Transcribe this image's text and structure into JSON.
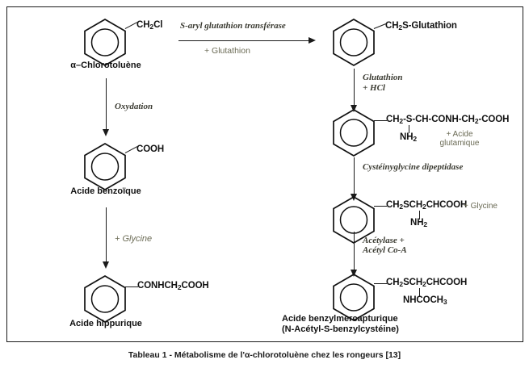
{
  "document": {
    "caption": "Tableau 1 - Métabolisme de l'α-chlorotoluène chez les rongeurs [13]"
  },
  "colors": {
    "ink": "#111111",
    "enzyme_text": "#3b3b32",
    "cofactor_text": "#6b6b55",
    "frame": "#1a1a1a",
    "background": "#ffffff"
  },
  "chart_data": {
    "type": "diagram",
    "title": "Métabolisme de l'α-chlorotoluène chez les rongeurs",
    "subtype": "metabolic-pathway",
    "nodes": [
      {
        "id": "n1",
        "name": "α–Chlorotoluène",
        "formula": "CH2Cl",
        "column": "left",
        "order": 1
      },
      {
        "id": "n2",
        "name": "Acide benzoïque",
        "formula": "COOH",
        "column": "left",
        "order": 2
      },
      {
        "id": "n3",
        "name": "Acide hippurique",
        "formula": "CONHCH2COOH",
        "column": "left",
        "order": 3
      },
      {
        "id": "n4",
        "name": "",
        "formula": "CH2S-Glutathion",
        "column": "right",
        "order": 1
      },
      {
        "id": "n5",
        "name": "",
        "formula": "CH2-S-CH-CONH-CH2-COOH",
        "branch": "NH2",
        "column": "right",
        "order": 2
      },
      {
        "id": "n6",
        "name": "",
        "formula": "CH2SCH2CHCOOH",
        "branch": "NH2",
        "column": "right",
        "order": 3
      },
      {
        "id": "n7",
        "name": "Acide benzylmercapturique",
        "name2": "(N-Acétyl-S-benzylcystéine)",
        "formula": "CH2SCH2CHCOOH",
        "branch": "NHCOCH3",
        "column": "right",
        "order": 4
      }
    ],
    "edges": [
      {
        "from": "n1",
        "to": "n4",
        "direction": "right",
        "enzyme": "S-aryl glutathion transférase",
        "cofactor": "+ Glutathion"
      },
      {
        "from": "n1",
        "to": "n2",
        "direction": "down",
        "enzyme": "Oxydation",
        "cofactor": ""
      },
      {
        "from": "n2",
        "to": "n3",
        "direction": "down",
        "enzyme": "",
        "cofactor": "+ Glycine"
      },
      {
        "from": "n4",
        "to": "n5",
        "direction": "down",
        "enzyme": "Glutathion\n+ HCl",
        "cofactor": ""
      },
      {
        "from": "n5",
        "to": "n6",
        "direction": "down",
        "enzyme": "Cystéinyglycine dipeptidase",
        "cofactor": ""
      },
      {
        "from": "n6",
        "to": "n7",
        "direction": "down",
        "enzyme": "Acétylase +\nAcétyl Co-A",
        "cofactor": ""
      }
    ],
    "byproducts": [
      {
        "attached_to": "n5",
        "label_line1": "+ Acide",
        "label_line2": "glutamique"
      },
      {
        "attached_to": "n6",
        "label": "+ Glycine"
      }
    ]
  },
  "left_column": {
    "node1": {
      "substituent": "CH",
      "substituent_sub": "2",
      "substituent_tail": "Cl",
      "label": "α–Chlorotoluène"
    },
    "arrow1": {
      "enzyme": "Oxydation"
    },
    "node2": {
      "substituent": "COOH",
      "label": "Acide benzoïque"
    },
    "arrow2": {
      "cofactor": "+ Glycine"
    },
    "node3": {
      "substituent_a": "CONHCH",
      "substituent_sub": "2",
      "substituent_b": "COOH",
      "label": "Acide hippurique"
    }
  },
  "top_arrow": {
    "enzyme": "S-aryl glutathion transférase",
    "cofactor": "+ Glutathion"
  },
  "right_column": {
    "node1": {
      "substituent_a": "CH",
      "substituent_sub": "2",
      "substituent_b": "S-Glutathion"
    },
    "arrow1": {
      "line1": "Glutathion",
      "line2": "+ HCl"
    },
    "node2": {
      "formula_p1": "CH",
      "formula_s1": "2",
      "formula_p2": "-S-CH-CONH-CH",
      "formula_s2": "2",
      "formula_p3": "-COOH",
      "branch": "NH",
      "branch_sub": "2",
      "byproduct_line1": "+ Acide",
      "byproduct_line2": "glutamique"
    },
    "arrow2": {
      "enzyme": "Cystéinyglycine dipeptidase"
    },
    "node3": {
      "formula_p1": "CH",
      "formula_s1": "2",
      "formula_p2": "SCH",
      "formula_s2": "2",
      "formula_p3": "CHCOOH",
      "branch": "NH",
      "branch_sub": "2",
      "byproduct": "+ Glycine"
    },
    "arrow3": {
      "line1": "Acétylase +",
      "line2": "Acétyl Co-A"
    },
    "node4": {
      "formula_p1": "CH",
      "formula_s1": "2",
      "formula_p2": "SCH",
      "formula_s2": "2",
      "formula_p3": "CHCOOH",
      "branch": "NHCOCH",
      "branch_sub": "3",
      "label_line1": "Acide benzylmercapturique",
      "label_line2": "(N-Acétyl-S-benzylcystéine)"
    }
  }
}
